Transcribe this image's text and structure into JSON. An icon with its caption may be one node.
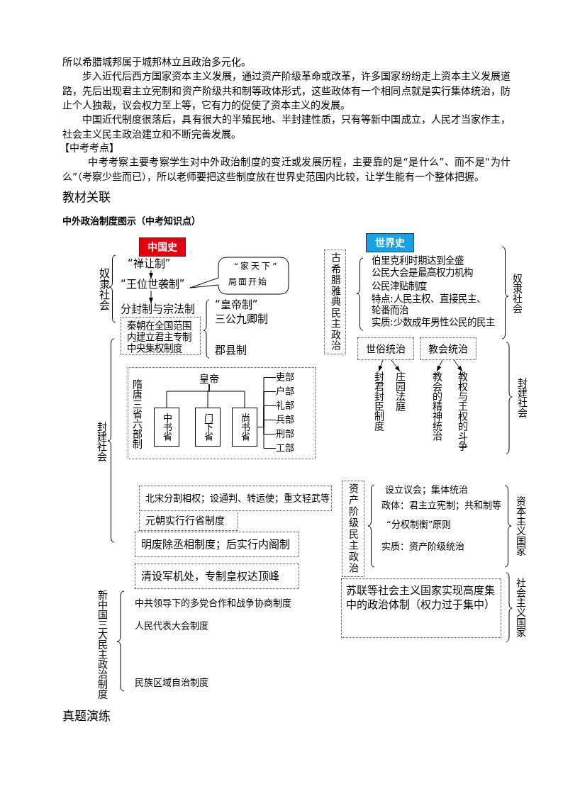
{
  "diagram": {
    "title": "中外政治制度图示（中考知识点）",
    "nodes": [
      {
        "text": [
          "中国史"
        ]
      },
      {
        "text": [
          "“禅让制”"
        ]
      },
      {
        "text": [
          "“王位世袭制”"
        ]
      },
      {
        "text": [
          "“家天下”",
          "局面开始"
        ]
      },
      {
        "text": [
          "分封制与宗法制"
        ]
      },
      {
        "text": [
          "秦朝在全国范围内建立君主专制中央集权制度"
        ]
      },
      {
        "text": [
          "隋唐三省六部制"
        ]
      },
      {
        "text": [
          "皇帝"
        ],
        "in": 6
      },
      {
        "text": [
          "中书省"
        ],
        "in": 6
      },
      {
        "text": [
          "门下省"
        ],
        "in": 6
      },
      {
        "text": [
          "尚书省"
        ],
        "in": 6
      },
      {
        "text": [
          "吏部"
        ],
        "in": 6
      },
      {
        "text": [
          "户部"
        ],
        "in": 6
      },
      {
        "text": [
          "礼部"
        ],
        "in": 6
      },
      {
        "text": [
          "兵部"
        ],
        "in": 6
      },
      {
        "text": [
          "刑部"
        ],
        "in": 6
      },
      {
        "text": [
          "工部"
        ],
        "in": 6
      },
      {
        "text": [
          "北宋分割相权；设通判、转运使；重文轻武等"
        ]
      },
      {
        "text": [
          "元朝实行行省制度"
        ]
      },
      {
        "text": [
          "明废除丞相制度；后实行内阁制"
        ]
      },
      {
        "text": [
          "清设军机处，专制皇权达顶峰"
        ]
      },
      {
        "text": [
          "世界史"
        ]
      },
      {
        "text": [
          "古希腊雅典民主政治"
        ]
      },
      {
        "text": [
          "世俗统治"
        ]
      },
      {
        "text": [
          "教会统治"
        ]
      },
      {
        "text": [
          "封君封臣制度"
        ]
      },
      {
        "text": [
          "庄园法庭"
        ]
      },
      {
        "text": [
          "教会的精神统治"
        ]
      },
      {
        "text": [
          "教权与王权的斗争"
        ]
      },
      {
        "text": [
          "资产阶级民主政治"
        ]
      },
      {
        "text": [
          "苏联等社会主义国家实现高度集中的政治体制（权力过于集中）"
        ]
      }
    ],
    "edges": [
      {
        "from": 1,
        "to": 2,
        "arrow": "to"
      },
      {
        "from": 2,
        "to": 4,
        "arrow": "to"
      },
      {
        "from": 7,
        "to": 8,
        "arrow": "none"
      },
      {
        "from": 7,
        "to": 9,
        "arrow": "none"
      },
      {
        "from": 7,
        "to": 10,
        "arrow": "none"
      },
      {
        "from": 10,
        "to": 11,
        "arrow": "none"
      },
      {
        "from": 10,
        "to": 12,
        "arrow": "none"
      },
      {
        "from": 10,
        "to": 13,
        "arrow": "none"
      },
      {
        "from": 10,
        "to": 14,
        "arrow": "none"
      },
      {
        "from": 10,
        "to": 15,
        "arrow": "none"
      },
      {
        "from": 10,
        "to": 16,
        "arrow": "none"
      },
      {
        "from": 23,
        "to": 25,
        "arrow": "to"
      },
      {
        "from": 23,
        "to": 26,
        "arrow": "to"
      },
      {
        "from": 24,
        "to": 27,
        "arrow": "to"
      },
      {
        "from": 24,
        "to": 28,
        "arrow": "to"
      }
    ],
    "labels": [
      "所以希腊城邦属于城邦林立且政治多元化。",
      "步入近代后西方国家资本主义发展，通过资产阶级革命或改革，许多国家纷纷走上资本主义发展道路，先后出现君主立宪制和资产阶级共和制等政体形式，这些政体有一个相同点就是实行集体统治，防止个人独裁，议会权力至上等，它有力的促使了资本主义的发展。",
      "中国近代制度很落后，具有很大的半殖民地、半封建性质，只有等新中国成立，人民才当家作主，社会主义民主政治建立和不断完善发展。",
      "【中考考点】",
      "中考考察主要考察学生对中外政治制度的变迁或发展历程，主要靠的是“是什么”、而不是“为什么”（考察少些而已），所以老师要把这些制度放在世界史范围内比较，让学生能有一个整体把握。",
      "教材关联",
      "奴隶社会",
      "“皇帝制”",
      "三公九卿制",
      "郡县制",
      "封建社会",
      "新中国三大民主政治制度",
      "中共领导下的多党合作和战争协商制度",
      "人民代表大会制度",
      "民族区域自治制度",
      "伯里克利时期达到全盛",
      "公民大会是最高权力机构",
      "公民津贴制度",
      "特点:人民主权、直接民主、轮番而治",
      "实质:少数成年男性公民的民主",
      "奴隶社会",
      "封建社会",
      "设立议会；集体统治",
      "政体：君主立宪制；共和制等",
      "“分权制衡”原则",
      "实质：资产阶级统治",
      "资本主义国家",
      "社会主义国家",
      "真题演练"
    ]
  }
}
